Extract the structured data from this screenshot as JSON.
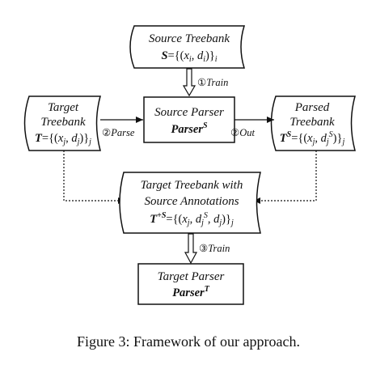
{
  "nodes": {
    "source_treebank": {
      "title": "Source Treebank",
      "formula": {
        "var": "S",
        "eq": "={(",
        "x": "x",
        "xs": "i",
        "sep": ", ",
        "d": "d",
        "ds": "i",
        "close": ")}",
        "outer": "i"
      }
    },
    "target_treebank": {
      "line1": "Target",
      "line2": "Treebank",
      "formula": {
        "var": "T",
        "eq": "={(",
        "x": "x",
        "xs": "j",
        "sep": ", ",
        "d": "d",
        "ds": "j",
        "close": ")}",
        "outer": "j"
      }
    },
    "source_parser": {
      "title": "Source Parser",
      "name": "Parser",
      "sup": "S"
    },
    "parsed_treebank": {
      "line1": "Parsed",
      "line2": "Treebank",
      "formula": {
        "var": "T",
        "varsup": "S",
        "eq": "={(",
        "x": "x",
        "xs": "j",
        "sep": ", ",
        "d": "d",
        "ds": "j",
        "dsup": "S",
        "close": ")}",
        "outer": "j"
      }
    },
    "target_treebank_annot": {
      "line1": "Target Treebank with",
      "line2": "Source Annotations",
      "formula": {
        "var": "T",
        "varsup": "+S",
        "eq": "={(",
        "x": "x",
        "xs": "j",
        "sep": ", ",
        "d": "d",
        "ds": "j",
        "dsup": "S",
        "sep2": ", ",
        "d2": "d",
        "d2s": "j",
        "close": ")}",
        "outer": "j"
      }
    },
    "target_parser": {
      "title": "Target Parser",
      "name": "Parser",
      "sup": "T"
    }
  },
  "edges": {
    "train1": {
      "num": "①",
      "label": "Train"
    },
    "parse": {
      "num": "②",
      "label": "Parse"
    },
    "out": {
      "num": "②",
      "label": "Out"
    },
    "train3": {
      "num": "③",
      "label": "Train"
    }
  },
  "caption": "Figure 3: Framework of our approach."
}
